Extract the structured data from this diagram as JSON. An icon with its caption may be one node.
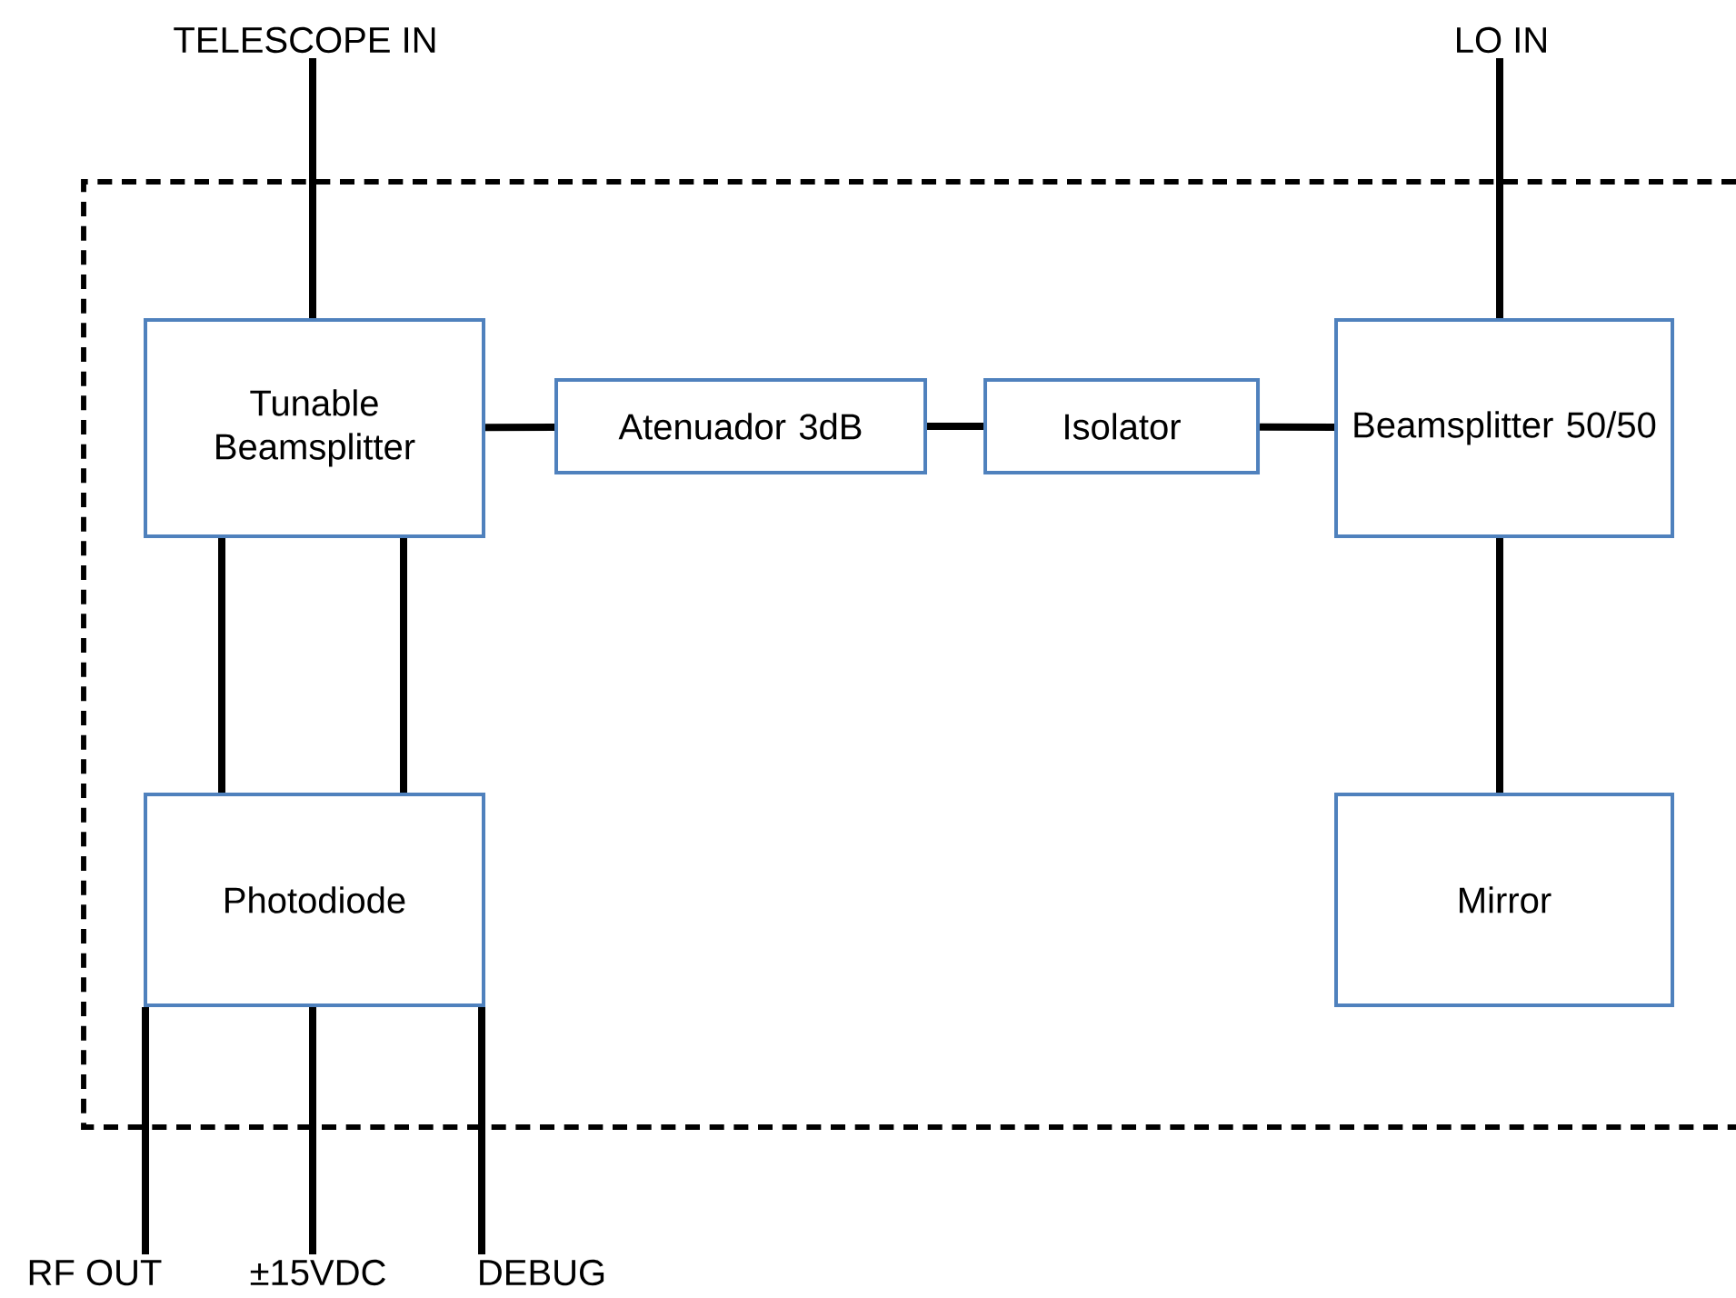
{
  "diagram": {
    "nodes": [
      {
        "text": [
          "TELESCOPE IN"
        ]
      },
      {
        "text": [
          "LO IN"
        ]
      },
      {
        "text": [
          "Tunable Beamsplitter"
        ]
      },
      {
        "text": [
          "Atenuador 3dB"
        ]
      },
      {
        "text": [
          "Isolator"
        ]
      },
      {
        "text": [
          "Beamsplitter 50/50"
        ]
      },
      {
        "text": [
          "Photodiode"
        ]
      },
      {
        "text": [
          "Mirror"
        ]
      },
      {
        "text": [
          "RF OUT"
        ]
      },
      {
        "text": [
          "±15VDC"
        ]
      },
      {
        "text": [
          "DEBUG"
        ]
      }
    ],
    "edges": [
      {
        "from": 0,
        "to": 2,
        "arrow": "none"
      },
      {
        "from": 1,
        "to": 5,
        "arrow": "none"
      },
      {
        "from": 2,
        "to": 3,
        "arrow": "none"
      },
      {
        "from": 3,
        "to": 4,
        "arrow": "none"
      },
      {
        "from": 4,
        "to": 5,
        "arrow": "none"
      },
      {
        "from": 2,
        "to": 6,
        "arrow": "none"
      },
      {
        "from": 2,
        "to": 6,
        "arrow": "none"
      },
      {
        "from": 5,
        "to": 7,
        "arrow": "none"
      },
      {
        "from": 6,
        "to": 8,
        "arrow": "none"
      },
      {
        "from": 6,
        "to": 9,
        "arrow": "none"
      },
      {
        "from": 6,
        "to": 10,
        "arrow": "none"
      }
    ]
  }
}
